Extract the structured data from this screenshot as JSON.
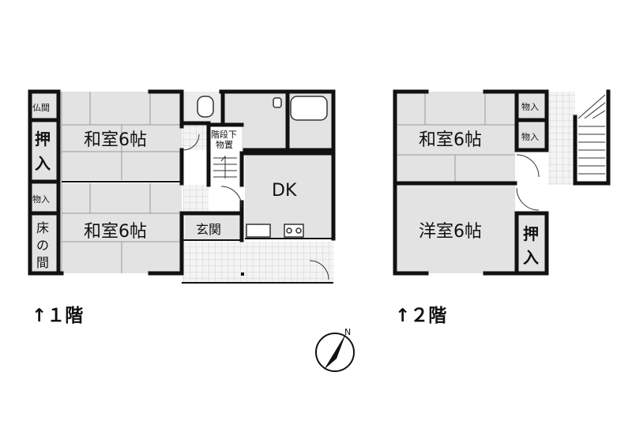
{
  "floor1": {
    "caption": "↑１階",
    "rooms": {
      "washitsu_top": "和室6帖",
      "washitsu_bottom": "和室6帖",
      "butsuma": "仏間",
      "oshiire": [
        "押",
        "入"
      ],
      "monoire": "物入",
      "tokonoma": [
        "床",
        "の",
        "間"
      ],
      "kaidan_shita": [
        "階段下",
        "物置"
      ],
      "dk": "DK",
      "genkan": "玄関"
    }
  },
  "floor2": {
    "caption": "↑２階",
    "rooms": {
      "washitsu": "和室6帖",
      "monoire_top": "物入",
      "monoire_bottom": "物入",
      "yoshitsu": "洋室6帖",
      "oshiire": [
        "押",
        "入"
      ]
    }
  },
  "compass": {
    "north_mark": "N"
  },
  "colors": {
    "room_fill": "#e3e3e3",
    "wall": "#111111",
    "tile": "#cccccc"
  }
}
